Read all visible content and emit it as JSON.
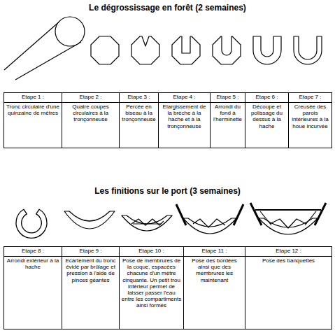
{
  "diagram": {
    "title": "Le dégrossissage en forêt (2 semaines)",
    "labels": [
      "Etape 1 :",
      "Etape 2 :",
      "Etape 3 :",
      "Etape 4 :",
      "Etape 5 :",
      "Etape 6 :",
      "Etape 7 :",
      "Tronc circulaire d'une quinzaine de mètres",
      "Quatre coupes circulaires à la tronçonneuse",
      "Percée en biseau à la tronçonneuse",
      "Elargissement de la brèche à la hache et à la tronçonneuse",
      "Arrondi du fond à l'herminette",
      "Découpe et polissage du dessus à la hache",
      "Creusée des parois intérieures à la houe incurvée",
      "Les finitions sur le port (3 semaines)",
      "Etape 8 :",
      "Etape 9 :",
      "Etape 10 :",
      "Etape 11 :",
      "Etape 12 :",
      "Arrondi extérieur à la hache",
      "Ecartement du tronc évidé par brûlage et pression à l'aide de pinces géantes",
      "Pose de membrures de la coque, espacées chacune d'un mètre cinquante. Un petit trou intérieur permet de laisser passer l'eau entre les compartiments ainsi formés",
      "Pose des bordées ainsi que des membrures les maintenant",
      "Pose des banquettes"
    ]
  }
}
